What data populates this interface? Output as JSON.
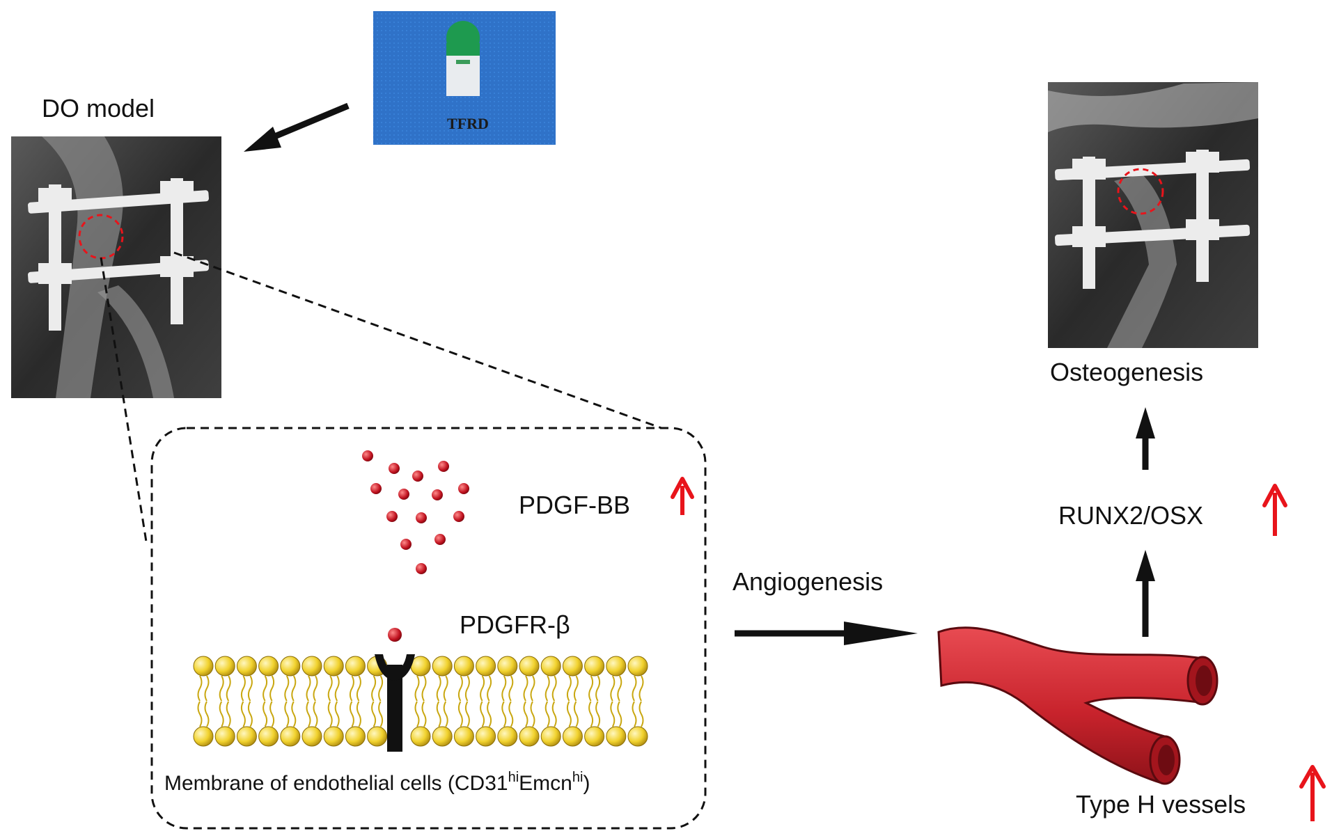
{
  "labels": {
    "do_model": "DO model",
    "capsule_text": "TFRD",
    "pdgf_bb": "PDGF-BB",
    "pdgfr_beta": "PDGFR-β",
    "membrane_prefix": "Membrane of endothelial cells (CD31",
    "membrane_sup1": "hi",
    "membrane_mid": "Emcn",
    "membrane_sup2": "hi",
    "membrane_suffix": ")",
    "angiogenesis": "Angiogenesis",
    "type_h_vessels": "Type H vessels",
    "runx2_osx": "RUNX2/OSX",
    "osteogenesis": "Osteogenesis"
  },
  "colors": {
    "up_arrow": "#e8141b",
    "arrow": "#111111",
    "vessel": "#c8232c",
    "lipid_head": "#f1d22e",
    "ligand": "#c0121f",
    "capsule_bg": "#2f72c8"
  },
  "icons": {
    "up_arrow": "red-up-arrow-icon",
    "flow_arrow": "black-arrow-icon"
  }
}
